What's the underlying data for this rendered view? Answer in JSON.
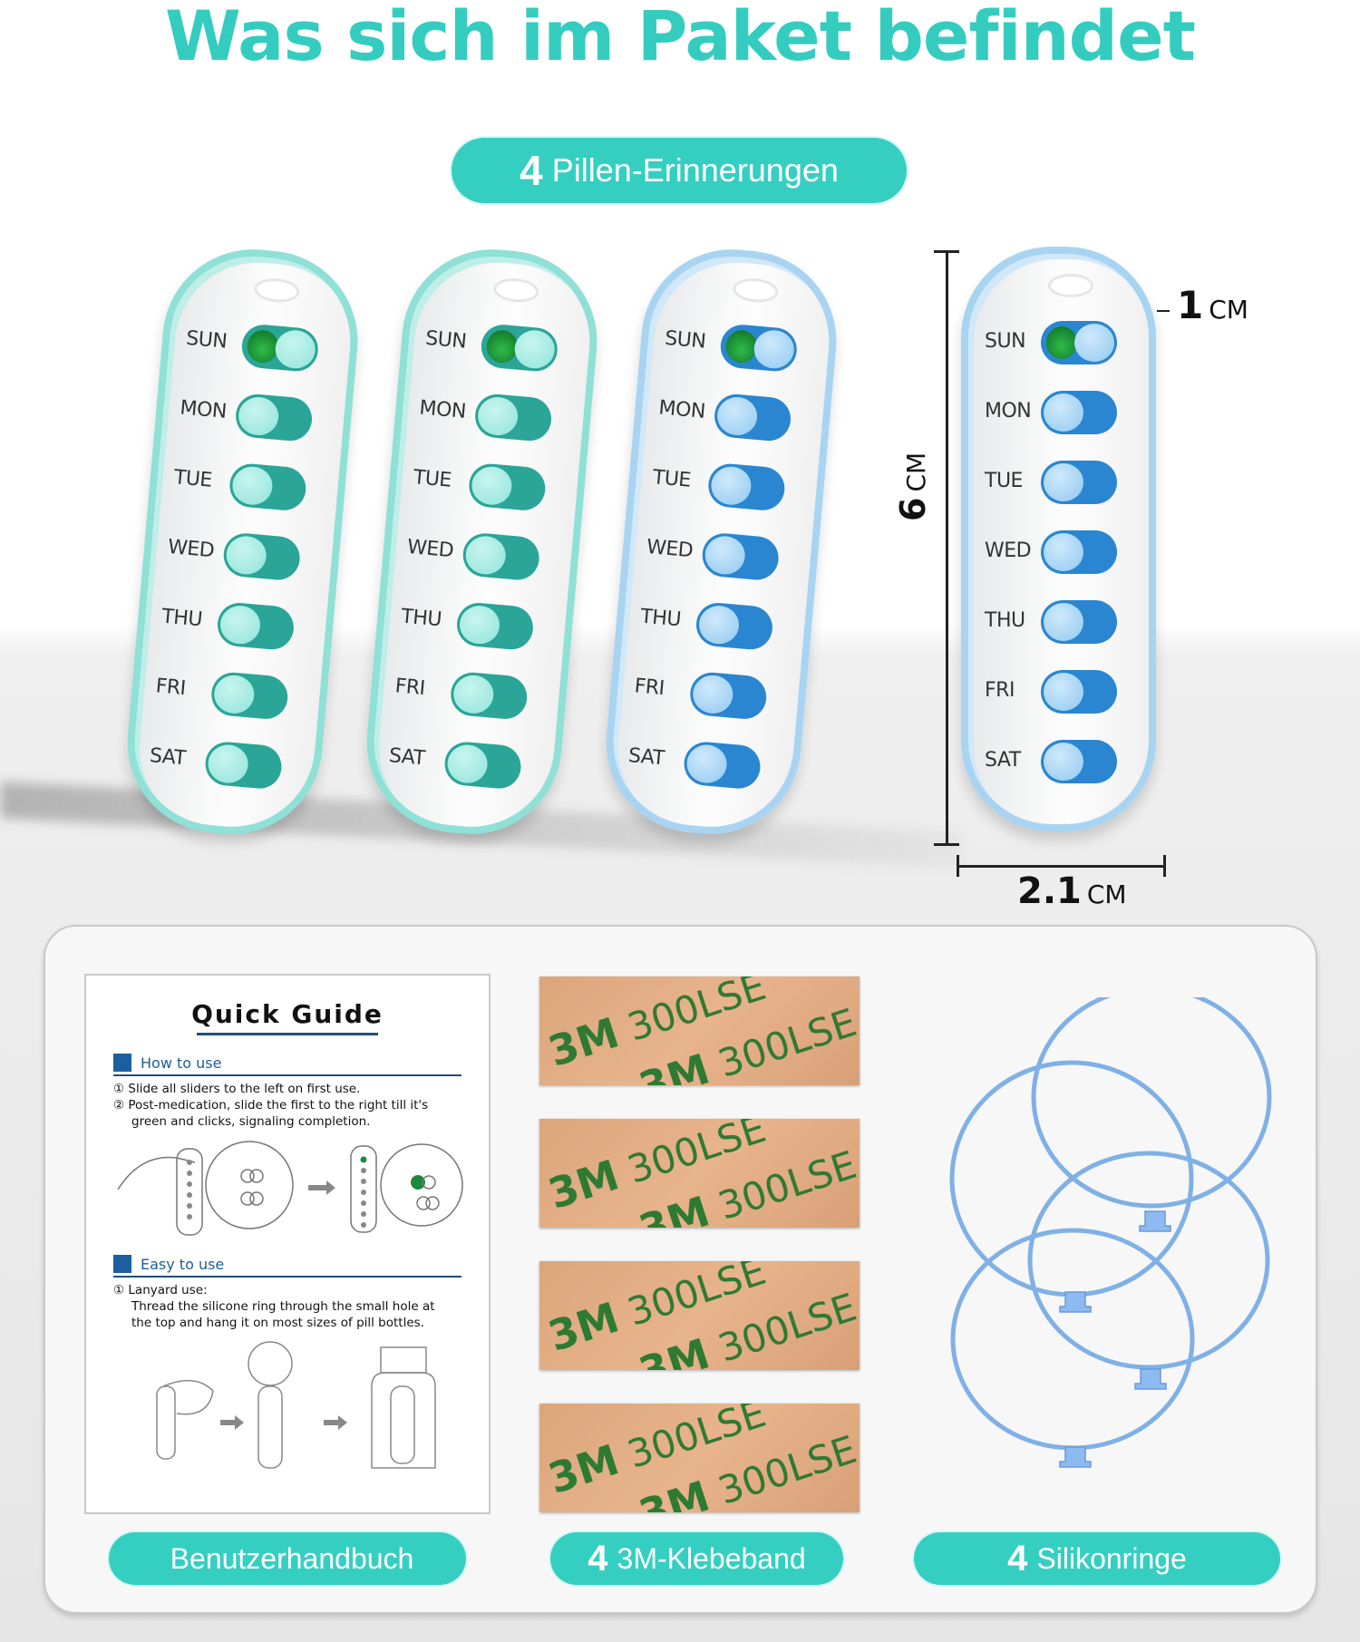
{
  "headline": "Was sich im Paket befindet",
  "top_badge": {
    "count": "4",
    "label": "Pillen-Erinnerungen"
  },
  "devices": [
    {
      "variant": "mint",
      "days": [
        "SUN",
        "MON",
        "TUE",
        "WED",
        "THU",
        "FRI",
        "SAT"
      ],
      "active_day": "SUN"
    },
    {
      "variant": "mint",
      "days": [
        "SUN",
        "MON",
        "TUE",
        "WED",
        "THU",
        "FRI",
        "SAT"
      ],
      "active_day": "SUN"
    },
    {
      "variant": "blue",
      "days": [
        "SUN",
        "MON",
        "TUE",
        "WED",
        "THU",
        "FRI",
        "SAT"
      ],
      "active_day": "SUN"
    },
    {
      "variant": "blue",
      "days": [
        "SUN",
        "MON",
        "TUE",
        "WED",
        "THU",
        "FRI",
        "SAT"
      ],
      "active_day": "SUN"
    }
  ],
  "dimensions": {
    "thickness": {
      "value": "1",
      "unit": "CM"
    },
    "height": {
      "value": "6",
      "unit": "CM"
    },
    "width": {
      "value": "2.1",
      "unit": "CM"
    }
  },
  "quick_guide": {
    "title": "Quick Guide",
    "how_to_use": {
      "heading": "How to use",
      "steps": [
        "① Slide all sliders to the left on first use.",
        "② Post-medication, slide the first to the right till it's",
        "green and clicks, signaling completion."
      ]
    },
    "easy_to_use": {
      "heading": "Easy to use",
      "steps": [
        "① Lanyard use:",
        "Thread the silicone ring through the small hole at",
        "the top and hang it on most sizes of pill bottles."
      ]
    }
  },
  "tape": {
    "brand": "3M",
    "model": "300LSE",
    "count": 4
  },
  "bottom_labels": [
    {
      "count": "",
      "label": "Benutzerhandbuch"
    },
    {
      "count": "4",
      "label": "3M-Klebeband"
    },
    {
      "count": "4",
      "label": "Silikonringe"
    }
  ],
  "colors": {
    "accent": "#35cfc2",
    "mint_frame": "#8fe0d6",
    "blue_frame": "#a8d4f2",
    "ring": "#7fb0e6",
    "tape": "#e0aa80",
    "tape_text": "#2f7a33"
  }
}
